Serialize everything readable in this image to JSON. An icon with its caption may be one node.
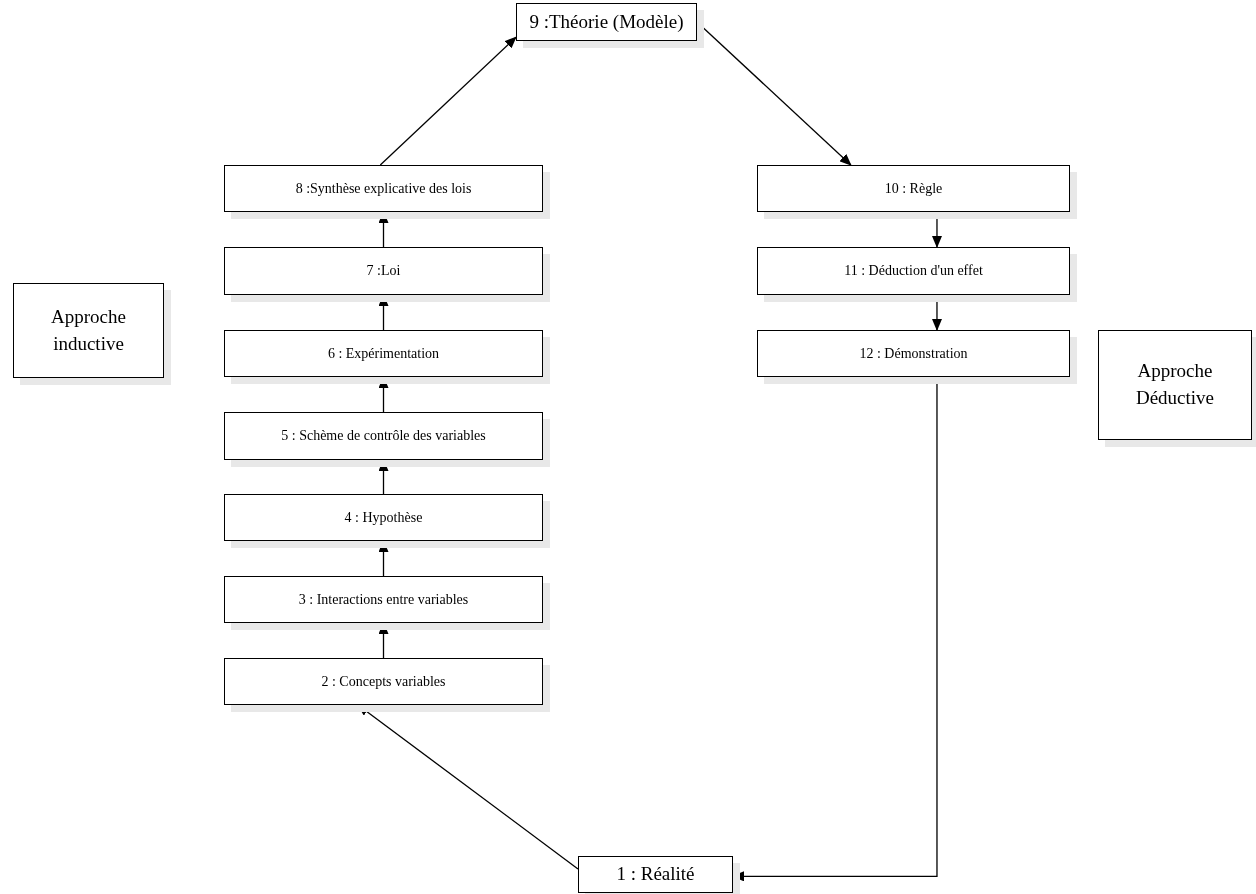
{
  "diagram": {
    "nodes": [
      {
        "text": [
          "9 :Théorie (Modèle)"
        ]
      },
      {
        "text": [
          "8 :Synthèse explicative des lois"
        ]
      },
      {
        "text": [
          "10 : Règle"
        ]
      },
      {
        "text": [
          "7 :Loi"
        ]
      },
      {
        "text": [
          "11 : Déduction d'un effet"
        ]
      },
      {
        "text": [
          "6 : Expérimentation"
        ]
      },
      {
        "text": [
          "12 : Démonstration"
        ]
      },
      {
        "text": [
          "Approche Déductive"
        ]
      },
      {
        "text": [
          "Approche inductive"
        ]
      },
      {
        "text": [
          "5 : Schème de contrôle des variables"
        ]
      },
      {
        "text": [
          "4 : Hypothèse"
        ]
      },
      {
        "text": [
          "3 : Interactions entre variables"
        ]
      },
      {
        "text": [
          "2 : Concepts variables"
        ]
      },
      {
        "text": [
          "1 : Réalité"
        ]
      }
    ],
    "edges": [
      {
        "from": 12,
        "to": 11,
        "arrow": "to"
      },
      {
        "from": 11,
        "to": 10,
        "arrow": "to"
      },
      {
        "from": 10,
        "to": 9,
        "arrow": "to"
      },
      {
        "from": 9,
        "to": 5,
        "arrow": "to"
      },
      {
        "from": 5,
        "to": 3,
        "arrow": "to"
      },
      {
        "from": 3,
        "to": 1,
        "arrow": "to"
      },
      {
        "from": 1,
        "to": 0,
        "arrow": "to"
      },
      {
        "from": 0,
        "to": 2,
        "arrow": "to"
      },
      {
        "from": 2,
        "to": 4,
        "arrow": "to"
      },
      {
        "from": 4,
        "to": 6,
        "arrow": "to"
      },
      {
        "from": 6,
        "to": 13,
        "arrow": "to"
      },
      {
        "from": 13,
        "to": 12,
        "arrow": "to"
      }
    ]
  }
}
